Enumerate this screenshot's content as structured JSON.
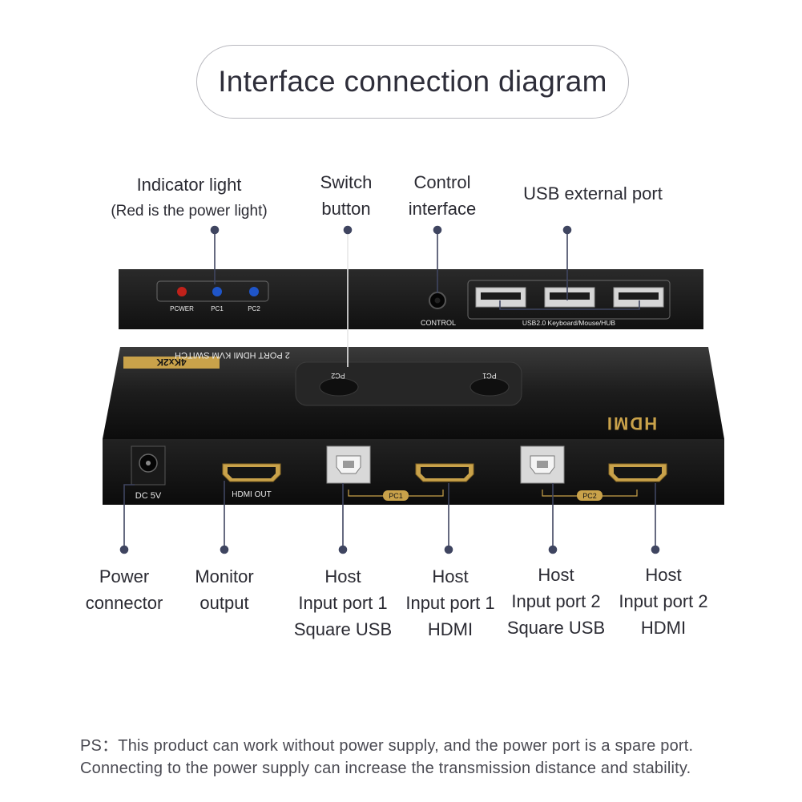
{
  "title": "Interface connection diagram",
  "top_labels": {
    "indicator": {
      "line1": "Indicator light",
      "line2": "(Red is the power light)"
    },
    "switch_button": {
      "line1": "Switch",
      "line2": "button"
    },
    "control": {
      "line1": "Control",
      "line2": "interface"
    },
    "usb_port": {
      "line1": "USB external port"
    }
  },
  "device_back": {
    "leds": [
      "PCWER",
      "PC1",
      "PC2"
    ],
    "control_label": "CONTROL",
    "usb_caption": "USB2.0 Keyboard/Mouse/HUB"
  },
  "device_front": {
    "badge": "4Kx2K",
    "model": "2 PORT HDMI KVM SWITCH",
    "button_pc2": "PC2",
    "button_pc1": "PC1",
    "brand": "HDMI",
    "dc_label": "DC 5V",
    "hdmi_out_label": "HDMI OUT",
    "pc1_tag": "PC1",
    "pc2_tag": "PC2"
  },
  "bottom_labels": [
    {
      "line1": "Power",
      "line2": "connector",
      "line3": ""
    },
    {
      "line1": "Monitor",
      "line2": "output",
      "line3": ""
    },
    {
      "line1": "Host",
      "line2": "Input port 1",
      "line3": "Square USB"
    },
    {
      "line1": "Host",
      "line2": "Input port 1",
      "line3": "HDMI"
    },
    {
      "line1": "Host",
      "line2": "Input port 2",
      "line3": "Square USB"
    },
    {
      "line1": "Host",
      "line2": "Input port 2",
      "line3": "HDMI"
    }
  ],
  "notes": [
    "PS：This product can work without power supply, and the power port is a spare port.",
    "Connecting to the power supply can increase the transmission distance and stability."
  ],
  "colors": {
    "device_body": "#141414",
    "silkscreen": "#e9e9e9",
    "gold_accent": "#c9a24a",
    "led_red": "#c0211a",
    "led_blue": "#1f55c8",
    "leader_line": "#3f4560"
  }
}
